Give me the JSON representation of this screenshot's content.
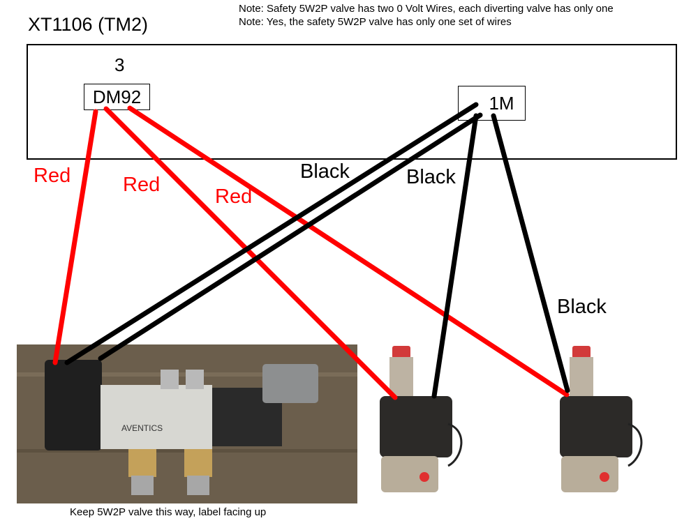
{
  "title": "XT1106 (TM2)",
  "notes": [
    "Note: Safety 5W2P valve has two 0 Volt Wires, each diverting valve has only one",
    "Note: Yes, the safety 5W2P valve has only one set of wires"
  ],
  "terminals": {
    "left": {
      "label": "DM92",
      "number": "3"
    },
    "right": {
      "label": "1M"
    }
  },
  "wire_labels": {
    "red_1": "Red",
    "red_2": "Red",
    "red_3": "Red",
    "black_1": "Black",
    "black_2": "Black",
    "black_3": "Black"
  },
  "photo_labels": {
    "brand": "AVENTICS"
  },
  "caption": "Keep 5W2P valve this way, label facing up",
  "colors": {
    "red_wire": "#ff0000",
    "black_wire": "#000000"
  }
}
